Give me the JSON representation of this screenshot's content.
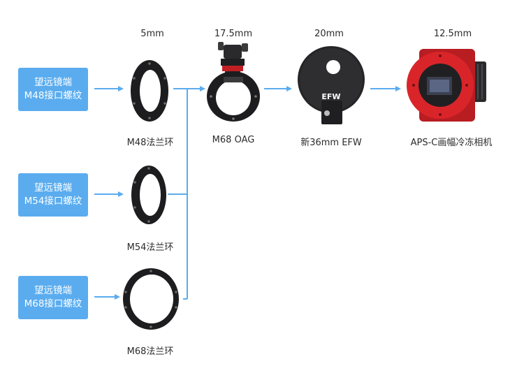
{
  "inputs": [
    {
      "line1": "望远镜端",
      "line2": "M48接口螺纹"
    },
    {
      "line1": "望远镜端",
      "line2": "M54接口螺纹"
    },
    {
      "line1": "望远镜端",
      "line2": "M68接口螺纹"
    }
  ],
  "rings": [
    {
      "label": "M48法兰环",
      "thickness": "5mm"
    },
    {
      "label": "M54法兰环"
    },
    {
      "label": "M68法兰环"
    }
  ],
  "chain": [
    {
      "label": "M68 OAG",
      "thickness": "17.5mm"
    },
    {
      "label": "新36mm EFW",
      "thickness": "20mm",
      "brand": "EFW"
    },
    {
      "label": "APS-C画幅冷冻相机",
      "thickness": "12.5mm"
    }
  ],
  "colors": {
    "input_box": "#5aacef",
    "arrow": "#5aacef",
    "camera_red": "#d9252a"
  },
  "icons": [
    "flange-ring-icon",
    "oag-icon",
    "filter-wheel-icon",
    "cooled-camera-icon"
  ]
}
